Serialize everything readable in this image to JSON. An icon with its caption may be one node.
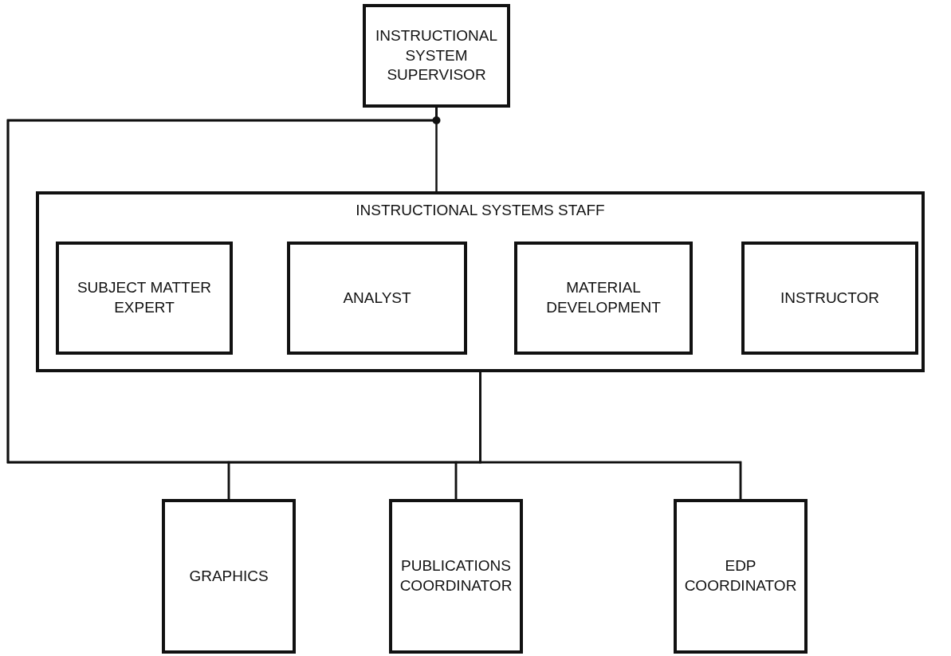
{
  "diagram": {
    "nodes": [
      {
        "text": [
          "INSTRUCTIONAL SYSTEM SUPERVISOR"
        ]
      },
      {
        "text": [
          "INSTRUCTIONAL SYSTEMS STAFF"
        ]
      },
      {
        "text": [
          "SUBJECT MATTER EXPERT"
        ],
        "in": 1
      },
      {
        "text": [
          "ANALYST"
        ],
        "in": 1
      },
      {
        "text": [
          "MATERIAL DEVELOPMENT"
        ],
        "in": 1
      },
      {
        "text": [
          "INSTRUCTOR"
        ],
        "in": 1
      },
      {
        "text": [
          "GRAPHICS"
        ]
      },
      {
        "text": [
          "PUBLICATIONS COORDINATOR"
        ]
      },
      {
        "text": [
          "EDP COORDINATOR"
        ]
      }
    ],
    "edges": [
      {
        "from": 0,
        "to": 1,
        "arrow": "none"
      },
      {
        "from": 0,
        "to": 6,
        "arrow": "none"
      },
      {
        "from": 0,
        "to": 7,
        "arrow": "none"
      },
      {
        "from": 0,
        "to": 8,
        "arrow": "none"
      },
      {
        "from": 1,
        "to": 6,
        "arrow": "none"
      },
      {
        "from": 1,
        "to": 7,
        "arrow": "none"
      },
      {
        "from": 1,
        "to": 8,
        "arrow": "none"
      }
    ]
  }
}
